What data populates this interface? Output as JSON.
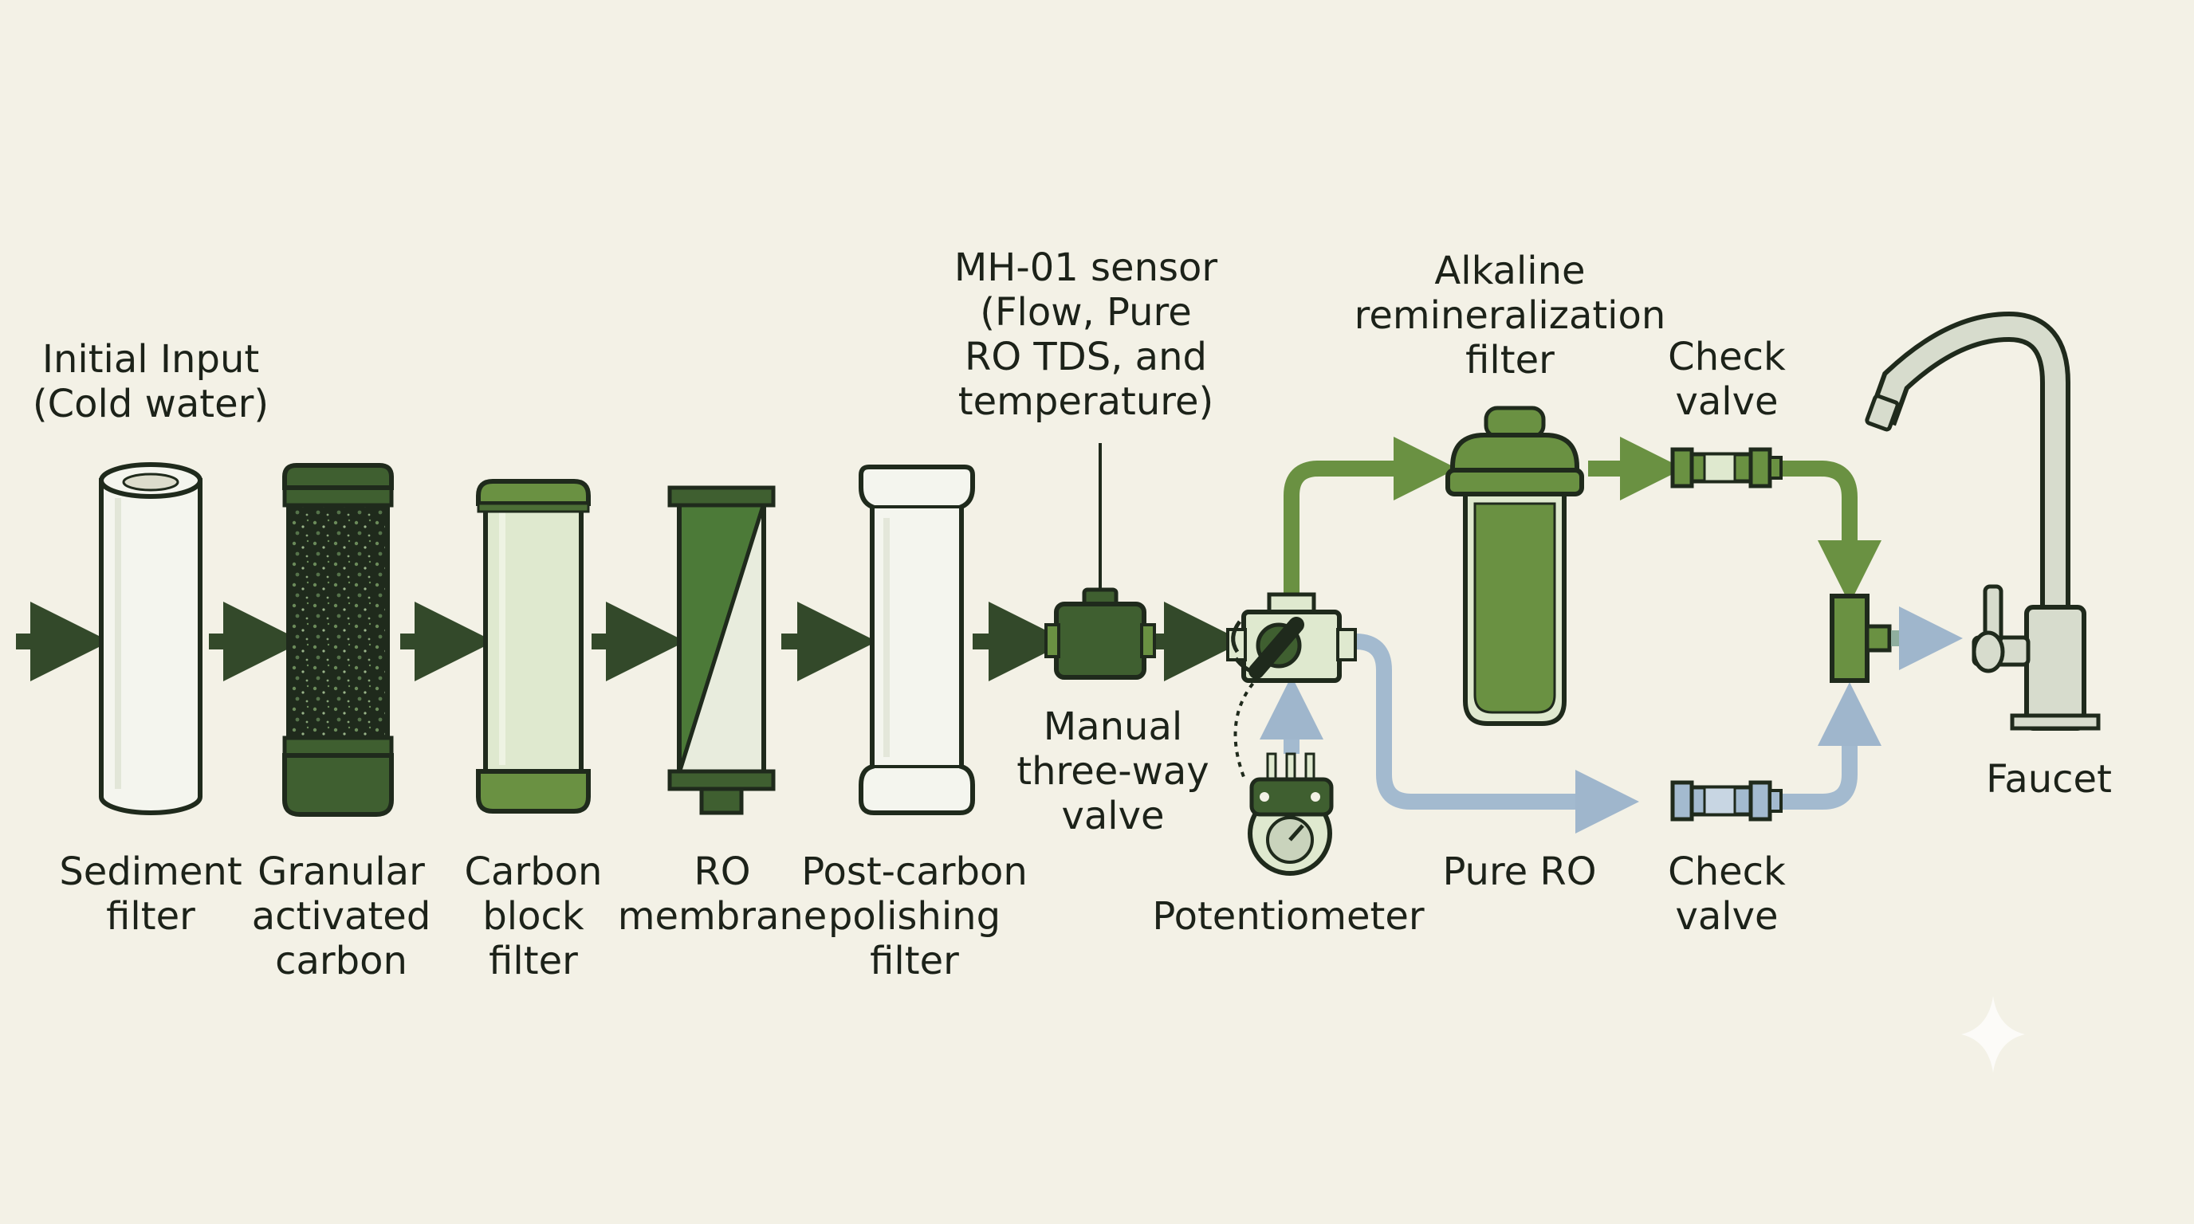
{
  "labels": {
    "initial_input": [
      "Initial Input",
      "(Cold water)"
    ],
    "sediment": [
      "Sediment",
      "filter"
    ],
    "gac": [
      "Granular",
      "activated",
      "carbon"
    ],
    "carbon_block": [
      "Carbon",
      "block",
      "filter"
    ],
    "ro_membrane": [
      "RO",
      "membrane"
    ],
    "post_carbon": [
      "Post-carbon",
      "polishing",
      "filter"
    ],
    "sensor": [
      "MH-01 sensor",
      "(Flow, Pure",
      "RO TDS, and",
      "temperature)"
    ],
    "valve": [
      "Manual",
      "three-way",
      "valve"
    ],
    "potentiometer": [
      "Potentiometer"
    ],
    "alkaline": [
      "Alkaline",
      "remineralization",
      "filter"
    ],
    "check_top": [
      "Check",
      "valve"
    ],
    "pure_ro": [
      "Pure RO"
    ],
    "check_bottom": [
      "Check",
      "valve"
    ],
    "faucet": [
      "Faucet"
    ]
  },
  "colors": {
    "background": "#f3f1e6",
    "outline": "#1f2a1c",
    "dark_green": "#3f5f30",
    "mid_green": "#5d8a3e",
    "light_green": "#dfe9cf",
    "cartridge_white": "#f4f5ee",
    "blue_line": "#a3bacf",
    "faucet_gray": "#d7dccd"
  },
  "icons": {
    "sediment": "sediment-filter-icon",
    "gac": "granular-activated-carbon-icon",
    "carbon_block": "carbon-block-filter-icon",
    "ro": "ro-membrane-icon",
    "post_carbon": "post-carbon-filter-icon",
    "sensor": "flow-sensor-icon",
    "valve": "three-way-valve-icon",
    "potentiometer": "potentiometer-icon",
    "alkaline": "alkaline-filter-icon",
    "check_valve": "check-valve-icon",
    "tee": "tee-junction-icon",
    "faucet": "faucet-icon"
  }
}
